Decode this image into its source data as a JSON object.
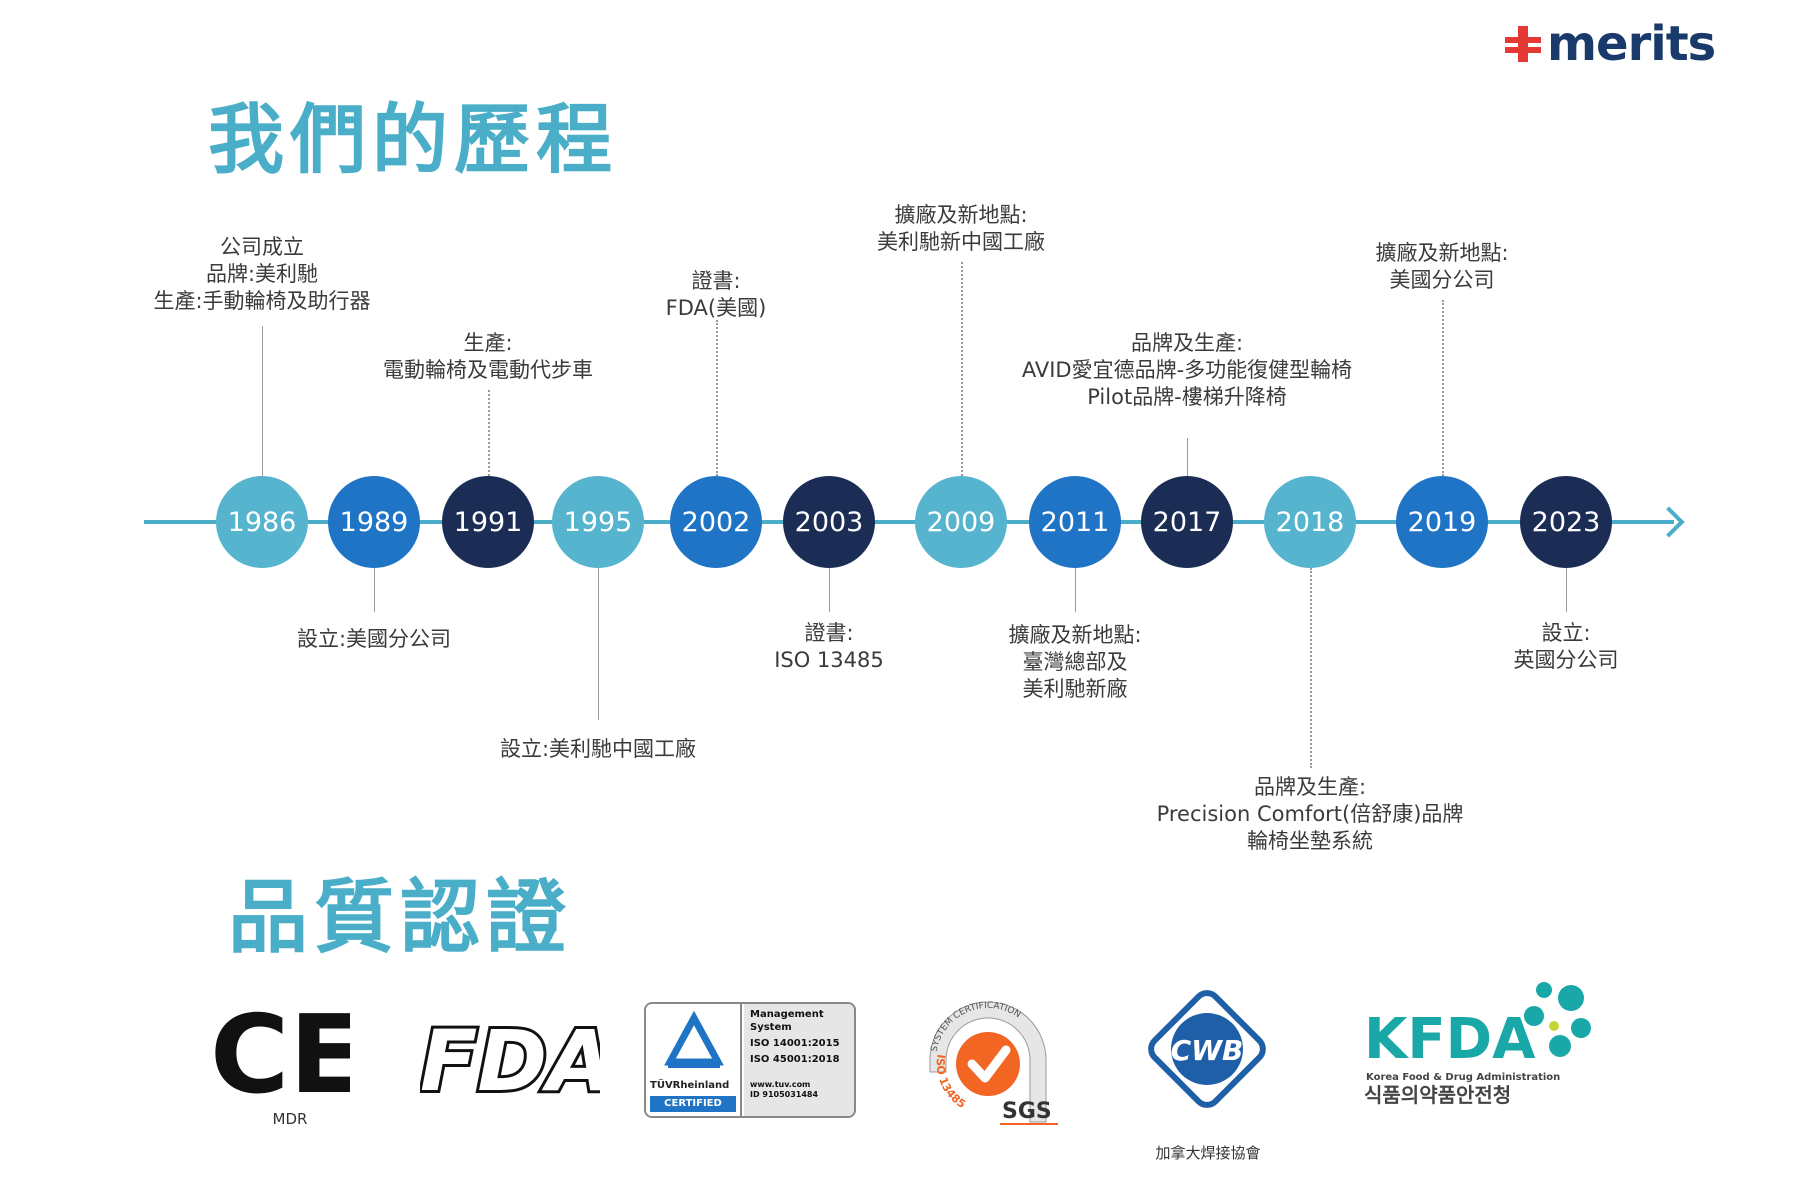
{
  "brand": {
    "logo_text": "merits"
  },
  "history": {
    "title": "我們的歷程",
    "years": [
      {
        "year": "1986",
        "color": "light"
      },
      {
        "year": "1989",
        "color": "mid"
      },
      {
        "year": "1991",
        "color": "dark"
      },
      {
        "year": "1995",
        "color": "light"
      },
      {
        "year": "2002",
        "color": "mid"
      },
      {
        "year": "2003",
        "color": "dark"
      },
      {
        "year": "2009",
        "color": "light"
      },
      {
        "year": "2011",
        "color": "mid"
      },
      {
        "year": "2017",
        "color": "dark"
      },
      {
        "year": "2018",
        "color": "light"
      },
      {
        "year": "2019",
        "color": "mid"
      },
      {
        "year": "2023",
        "color": "dark"
      }
    ],
    "events": {
      "e1986": [
        "公司成立",
        "品牌:美利馳",
        "生產:手動輪椅及助行器"
      ],
      "e1989": [
        "設立:美國分公司"
      ],
      "e1991": [
        "生產:",
        "電動輪椅及電動代步車"
      ],
      "e1995": [
        "設立:美利馳中國工廠"
      ],
      "e2002": [
        "證書:",
        "FDA(美國)"
      ],
      "e2003": [
        "證書:",
        "ISO 13485"
      ],
      "e2009": [
        "擴廠及新地點:",
        "美利馳新中國工廠"
      ],
      "e2011": [
        "擴廠及新地點:",
        "臺灣總部及",
        "美利馳新廠"
      ],
      "e2017": [
        "品牌及生產:",
        "AVID愛宜德品牌-多功能復健型輪椅",
        "Pilot品牌-樓梯升降椅"
      ],
      "e2018": [
        "品牌及生產:",
        "Precision Comfort(倍舒康)品牌",
        "輪椅坐墊系統"
      ],
      "e2019": [
        "擴廠及新地點:",
        "美國分公司"
      ],
      "e2023": [
        "設立:",
        "英國分公司"
      ]
    }
  },
  "quality": {
    "title": "品質認證",
    "ce": {
      "mark": "CE",
      "caption": "MDR"
    },
    "fda": {
      "mark": "FDA"
    },
    "tuv": {
      "brand": "TÜVRheinland",
      "badge": "CERTIFIED",
      "lines": [
        "Management",
        "System",
        "ISO 14001:2015",
        "ISO 45001:2018"
      ],
      "footer": [
        "www.tuv.com",
        "ID 9105031484"
      ]
    },
    "sgs": {
      "arc_text": "SYSTEM CERTIFICATION",
      "iso_text": "ISO 13485",
      "mark": "SGS"
    },
    "cwb": {
      "mark": "CWB",
      "caption": "加拿大焊接協會"
    },
    "kfda": {
      "mark": "KFDA",
      "line1": "Korea Food & Drug Administration",
      "line2": "식품의약품안전청"
    }
  },
  "colors": {
    "heading": "#4aaec8",
    "node_light": "#56b4ce",
    "node_mid": "#1f74c6",
    "node_dark": "#1b2c55",
    "brand_red": "#e53935",
    "brand_navy": "#1a3a6b",
    "kfda_teal": "#1aa7a8",
    "sgs_orange": "#f26522"
  }
}
